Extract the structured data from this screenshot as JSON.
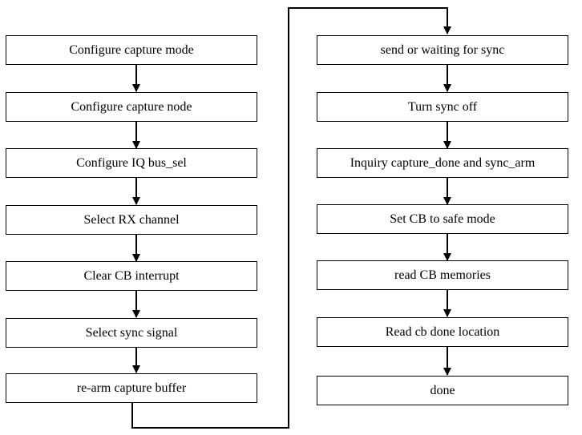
{
  "flowchart": {
    "left_column": [
      "Configure capture mode",
      "Configure capture node",
      "Configure IQ bus_sel",
      "Select RX channel",
      "Clear CB interrupt",
      "Select sync signal",
      "re-arm capture buffer"
    ],
    "right_column": [
      "send or waiting for sync",
      "Turn sync off",
      "Inquiry capture_done and sync_arm",
      "Set CB to safe mode",
      "read CB memories",
      "Read cb done location",
      "done"
    ]
  },
  "colors": {
    "stroke": "#000000",
    "fill": "#ffffff"
  }
}
